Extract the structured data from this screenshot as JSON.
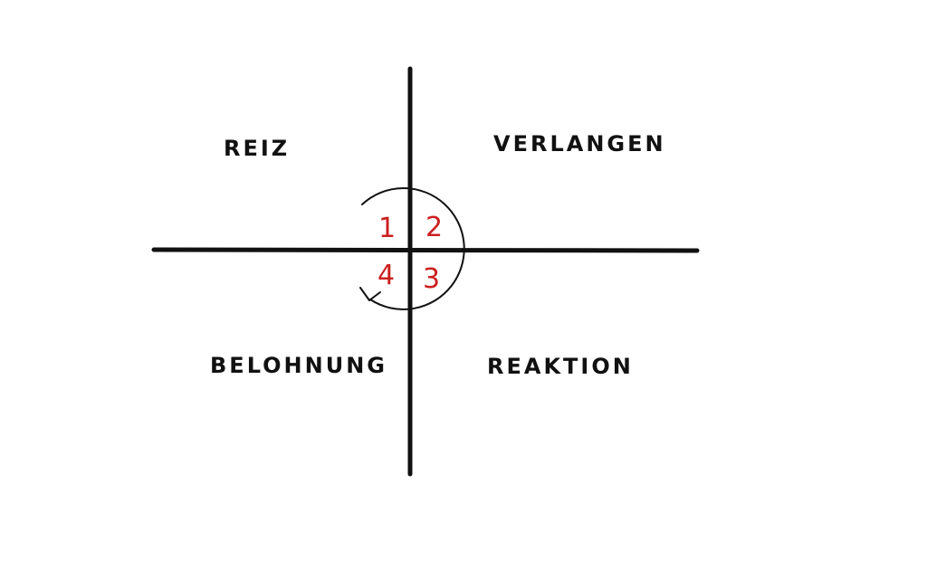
{
  "quadrants": {
    "top_left": "REIZ",
    "top_right": "VERLANGEN",
    "bottom_right": "REAKTION",
    "bottom_left": "BELOHNUNG"
  },
  "steps": [
    "1",
    "2",
    "3",
    "4"
  ],
  "colors": {
    "ink": "#111111",
    "accent": "#cc1f1f",
    "background": "#ffffff"
  }
}
